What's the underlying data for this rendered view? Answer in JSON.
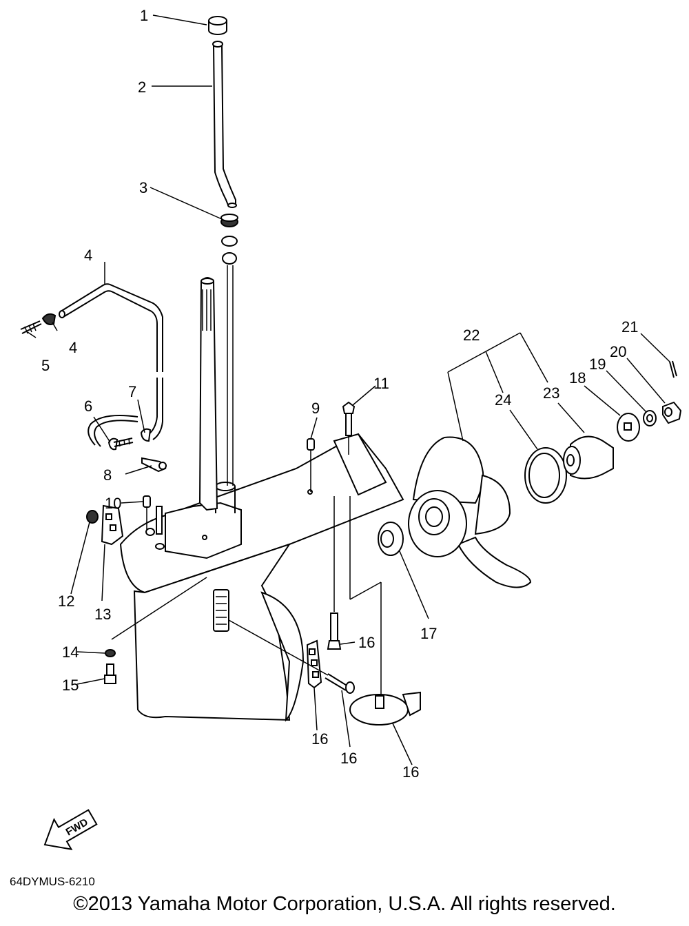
{
  "labels": [
    "1",
    "2",
    "3",
    "4",
    "4",
    "5",
    "6",
    "7",
    "8",
    "9",
    "10",
    "11",
    "12",
    "13",
    "14",
    "15",
    "16",
    "16",
    "16",
    "16",
    "17",
    "18",
    "19",
    "20",
    "21",
    "22",
    "23",
    "24"
  ],
  "fwd_label": "FWD",
  "drawing_code": "64DYMUS-6210",
  "copyright": "©2013 Yamaha Motor Corporation, U.S.A. All rights reserved."
}
